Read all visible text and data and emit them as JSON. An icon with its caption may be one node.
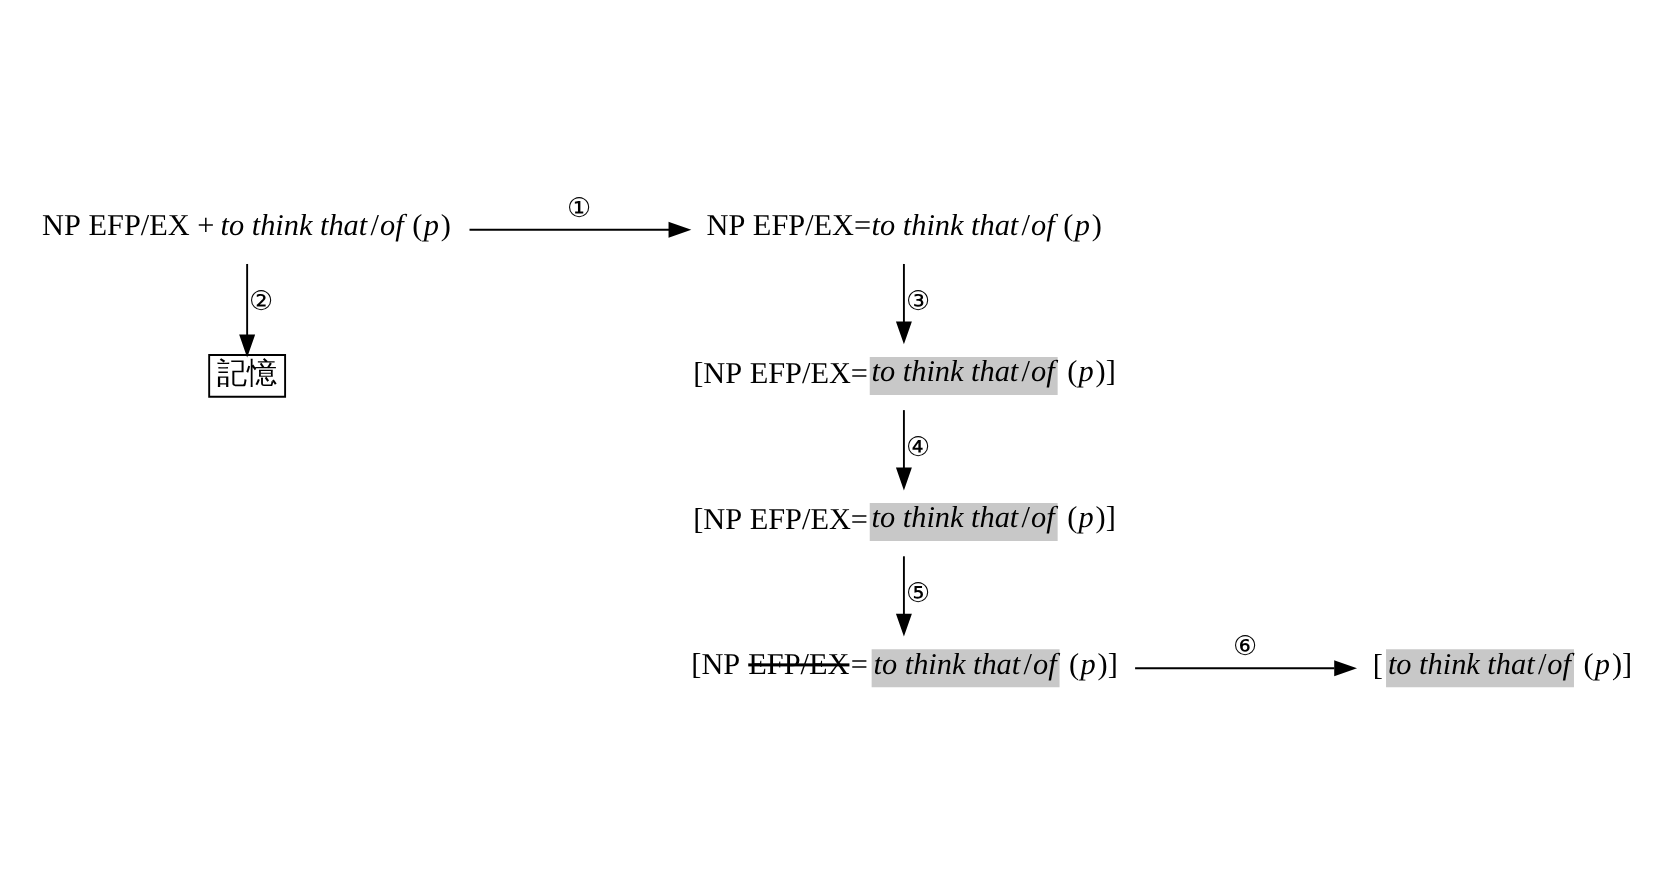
{
  "diagram": {
    "nodes": [
      {
        "text": [
          "NP EFP/EX + *to think that*/*of* (*p*)"
        ]
      },
      {
        "text": [
          "NP EFP/EX=*to think that*/*of* (*p*)"
        ]
      },
      {
        "text": [
          "記憶"
        ]
      },
      {
        "text": [
          "[NP EFP/EX=*to think that*/*of* (*p*)]"
        ]
      },
      {
        "text": [
          "[NP EFP/EX=*to think that*/*of* (*p*)]"
        ]
      },
      {
        "text": [
          "[NP EFP/EX=*to think that*/*of* (*p*)]"
        ]
      },
      {
        "text": [
          "[*to think that*/*of* (*p*)]"
        ]
      }
    ],
    "edges": [
      {
        "from": 0,
        "to": 1,
        "arrow": "to",
        "label": "①"
      },
      {
        "from": 0,
        "to": 2,
        "arrow": "to",
        "label": "②"
      },
      {
        "from": 1,
        "to": 3,
        "arrow": "to",
        "label": "③"
      },
      {
        "from": 3,
        "to": 4,
        "arrow": "to",
        "label": "④"
      },
      {
        "from": 4,
        "to": 5,
        "arrow": "to",
        "label": "⑤"
      },
      {
        "from": 5,
        "to": 6,
        "arrow": "to",
        "label": "⑥"
      }
    ]
  }
}
